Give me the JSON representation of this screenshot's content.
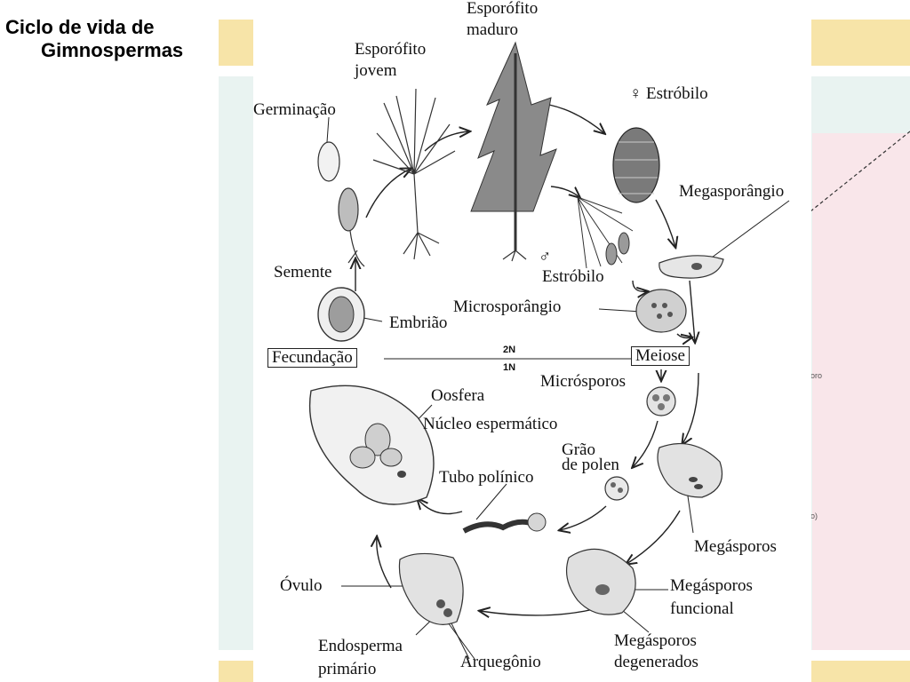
{
  "title": {
    "line1": "Ciclo de vida de",
    "line2": "Gimnospermas"
  },
  "labels": {
    "mature_sporophyte": [
      "Esporófito",
      "maduro"
    ],
    "young_sporophyte": [
      "Esporófito",
      "jovem"
    ],
    "germination": "Germinação",
    "female_strobilus": "♀ Estróbilo",
    "megasporangium": "Megasporângio",
    "male_symbol": "♂",
    "male_strobilus": "Estróbilo",
    "seed": "Semente",
    "embryo": "Embrião",
    "microsporangium": "Microsporângio",
    "fertilization": "Fecundação",
    "meiosis": "Meiose",
    "ploidy_2n": "2N",
    "ploidy_1n": "1N",
    "microspores": "Micrósporos",
    "oosphere": "Oosfera",
    "sperm_nucleus": "Núcleo espermático",
    "pollen_grain": [
      "Grão",
      "de polen"
    ],
    "pollen_tube": "Tubo polínico",
    "megaspores": "Megásporos",
    "ovule": "Óvulo",
    "functional_megaspore": [
      "Megásporos",
      "funcional"
    ],
    "primary_endosperm": [
      "Endosperma",
      "primário"
    ],
    "archegonium": "Arquegônio",
    "degenerated_megaspores": [
      "Megásporos",
      "degenerados"
    ]
  },
  "side_fragments": [
    "oro",
    "o)"
  ],
  "colors": {
    "band": "#f7e4a8",
    "blue_area": "#e9f3f1",
    "pink_area": "#f9e6ea",
    "ink": "#222222"
  }
}
